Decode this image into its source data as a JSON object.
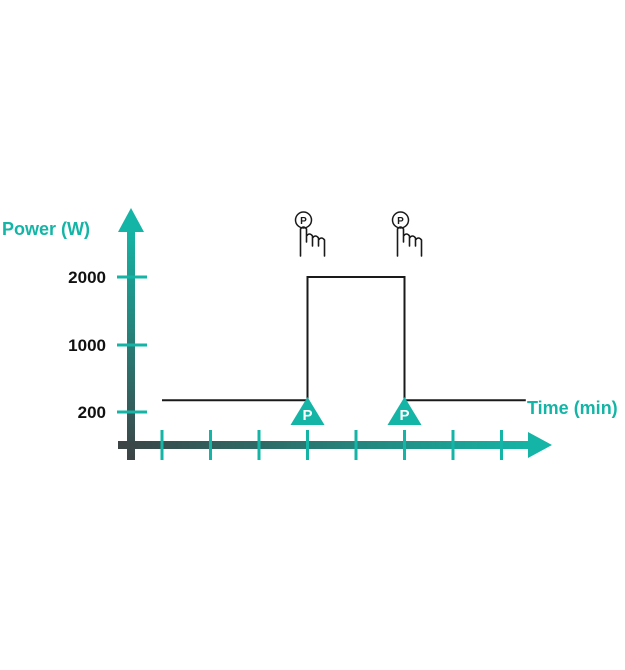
{
  "chart_data": {
    "type": "line",
    "xlabel": "Time (min)",
    "ylabel": "Power (W)",
    "y_ticks": [
      "200",
      "1000",
      "2000"
    ],
    "x_tick_count": 8,
    "grid": false,
    "series": [
      {
        "x": [
          0,
          3,
          3,
          5,
          5,
          7.5
        ],
        "y": [
          340,
          340,
          2000,
          2000,
          340,
          340
        ]
      }
    ],
    "annotations": [
      {
        "x": 3,
        "marker": "P",
        "icon": "hand-press-icon"
      },
      {
        "x": 5,
        "marker": "P",
        "icon": "hand-press-icon"
      }
    ]
  },
  "colors": {
    "accent": "#14b5a6",
    "axis_dark": "#3c4345",
    "line": "#1a1a1a",
    "label_text": "#111111"
  }
}
